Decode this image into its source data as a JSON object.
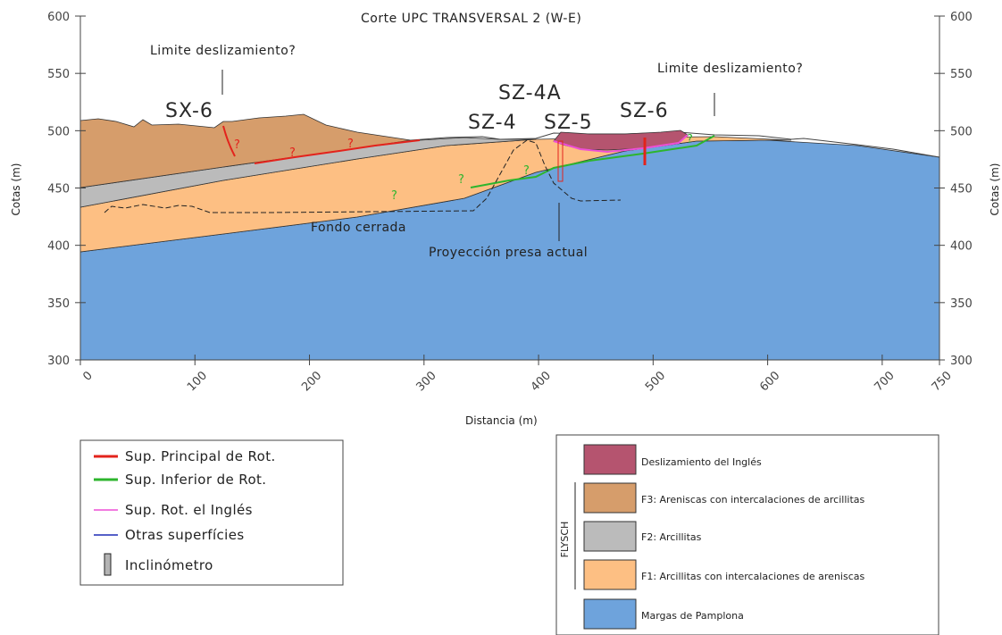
{
  "title": "Corte UPC TRANSVERSAL 2  (W-E)",
  "axes": {
    "x_label": "Distancia (m)",
    "y_label": "Cotas (m)",
    "x_ticks": [
      "0",
      "100",
      "200",
      "300",
      "400",
      "500",
      "600",
      "700",
      "750"
    ],
    "y_ticks": [
      "300",
      "350",
      "400",
      "450",
      "500",
      "550",
      "600"
    ],
    "x_range": [
      0,
      750
    ],
    "y_range": [
      300,
      600
    ]
  },
  "annotations": {
    "limite_left": "Limite deslizamiento?",
    "limite_right": "Limite deslizamiento?",
    "sx6": "SX-6",
    "sz4": "SZ-4",
    "sz4a": "SZ-4A",
    "sz5": "SZ-5",
    "sz6": "SZ-6",
    "fondo": "Fondo cerrada",
    "presa": "Proyección presa actual",
    "question": "?"
  },
  "legend_left": {
    "items": [
      {
        "label": "Sup. Principal de Rot.",
        "color": "#e3231c"
      },
      {
        "label": "Sup. Inferior de Rot.",
        "color": "#2db52d"
      },
      {
        "label": "Sup. Rot. el Inglés",
        "color": "#ee4fd6"
      },
      {
        "label": "Otras superfícies",
        "color": "#1f2bb5"
      },
      {
        "label": "Inclinómetro",
        "color": "#b4b4b4"
      }
    ]
  },
  "legend_right": {
    "group_label": "FLYSCH",
    "items": [
      {
        "label": "Deslizamiento del Inglés",
        "color": "#b5546f"
      },
      {
        "label": "F3: Areniscas con intercalaciones de arcillitas",
        "color": "#d69d6b"
      },
      {
        "label": "F2: Arcillitas",
        "color": "#bbbbbb"
      },
      {
        "label": "F1: Arcillitas con intercalaciones de areniscas",
        "color": "#fdbf83"
      },
      {
        "label": "Margas de Pamplona",
        "color": "#6ea3dc"
      }
    ]
  },
  "colors": {
    "margas": "#6ea3dc",
    "f1": "#fdbf83",
    "f2": "#bbbbbb",
    "f3": "#d69d6b",
    "ingles": "#b5546f"
  }
}
